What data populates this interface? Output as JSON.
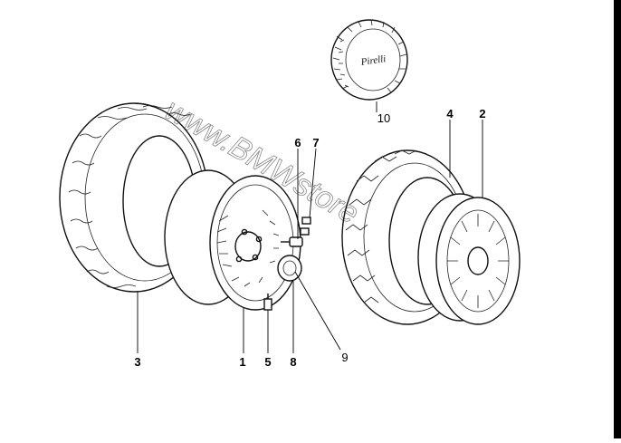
{
  "diagram": {
    "watermark": "www.BMWstore",
    "snow_tire_logo": "Pirelli",
    "callouts": [
      {
        "id": "1",
        "label": "1",
        "part": "rim"
      },
      {
        "id": "2",
        "label": "2",
        "part": "alloy-rim"
      },
      {
        "id": "3",
        "label": "3",
        "part": "tire"
      },
      {
        "id": "4",
        "label": "4",
        "part": "tire-spare"
      },
      {
        "id": "5",
        "label": "5",
        "part": "valve"
      },
      {
        "id": "6",
        "label": "6",
        "part": "wheel-bolt"
      },
      {
        "id": "7",
        "label": "7",
        "part": "balance-weight"
      },
      {
        "id": "8",
        "label": "8",
        "part": "hub-cap"
      },
      {
        "id": "9",
        "label": "9",
        "part": "hub-cap-emblem"
      },
      {
        "id": "10",
        "label": "10",
        "part": "snow-tire"
      }
    ]
  }
}
